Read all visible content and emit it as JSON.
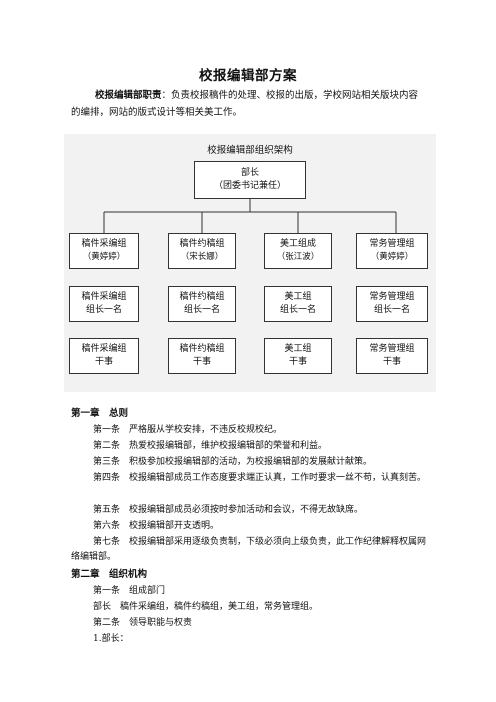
{
  "doc": {
    "title": "校报编辑部方案",
    "intro_label": "校报编辑部职责",
    "intro_text": "：负责校报稿件的处理、校报的出版，学校网站相关版块内容的编排，网站的版式设计等相关美工作。"
  },
  "org": {
    "title": "校报编辑部组织架构",
    "root": {
      "line1": "部长",
      "line2": "（团委书记兼任）"
    },
    "groups": [
      {
        "name": "稿件采编组",
        "person": "（黄婷婷）",
        "leader": [
          "稿件采编组",
          "组长一名"
        ],
        "staff": [
          "稿件采编组",
          "干事"
        ]
      },
      {
        "name": "稿件约稿组",
        "person": "（宋长娜）",
        "leader": [
          "稿件约稿组",
          "组长一名"
        ],
        "staff": [
          "稿件约稿组",
          "干事"
        ]
      },
      {
        "name": "美工组成",
        "person": "（张江波）",
        "leader": [
          "美工组",
          "组长一名"
        ],
        "staff": [
          "美工组",
          "干事"
        ]
      },
      {
        "name": "常务管理组",
        "person": "（黄婷婷）",
        "leader": [
          "常务管理组",
          "组长一名"
        ],
        "staff": [
          "常务管理组",
          "干事"
        ]
      }
    ]
  },
  "chapter1": {
    "heading": "第一章　总则",
    "articles": [
      "第一条　严格服从学校安排，不违反校规校纪。",
      "第二条　热爱校报编辑部，维护校报编辑部的荣誉和利益。",
      "第三条　积极参加校报编辑部的活动，为校报编辑部的发展献计献策。",
      "第四条　校报编辑部成员工作态度要求端正认真，工作时要求一丝不苟，认真刻苦。",
      "第五条　校报编辑部成员必须按时参加活动和会议，不得无故缺席。",
      "第六条　校报编辑部开支透明。",
      "第七条　校报编辑部采用逐级负责制，下级必须向上级负责，此工作纪律解释权属网络编辑部。"
    ]
  },
  "chapter2": {
    "heading": "第二章　组织机构",
    "articles": [
      "第一条　组成部门",
      "部长　稿件采编组，稿件约稿组，美工组，常务管理组。",
      "第二条　领导职能与权责",
      "1.部长："
    ]
  }
}
